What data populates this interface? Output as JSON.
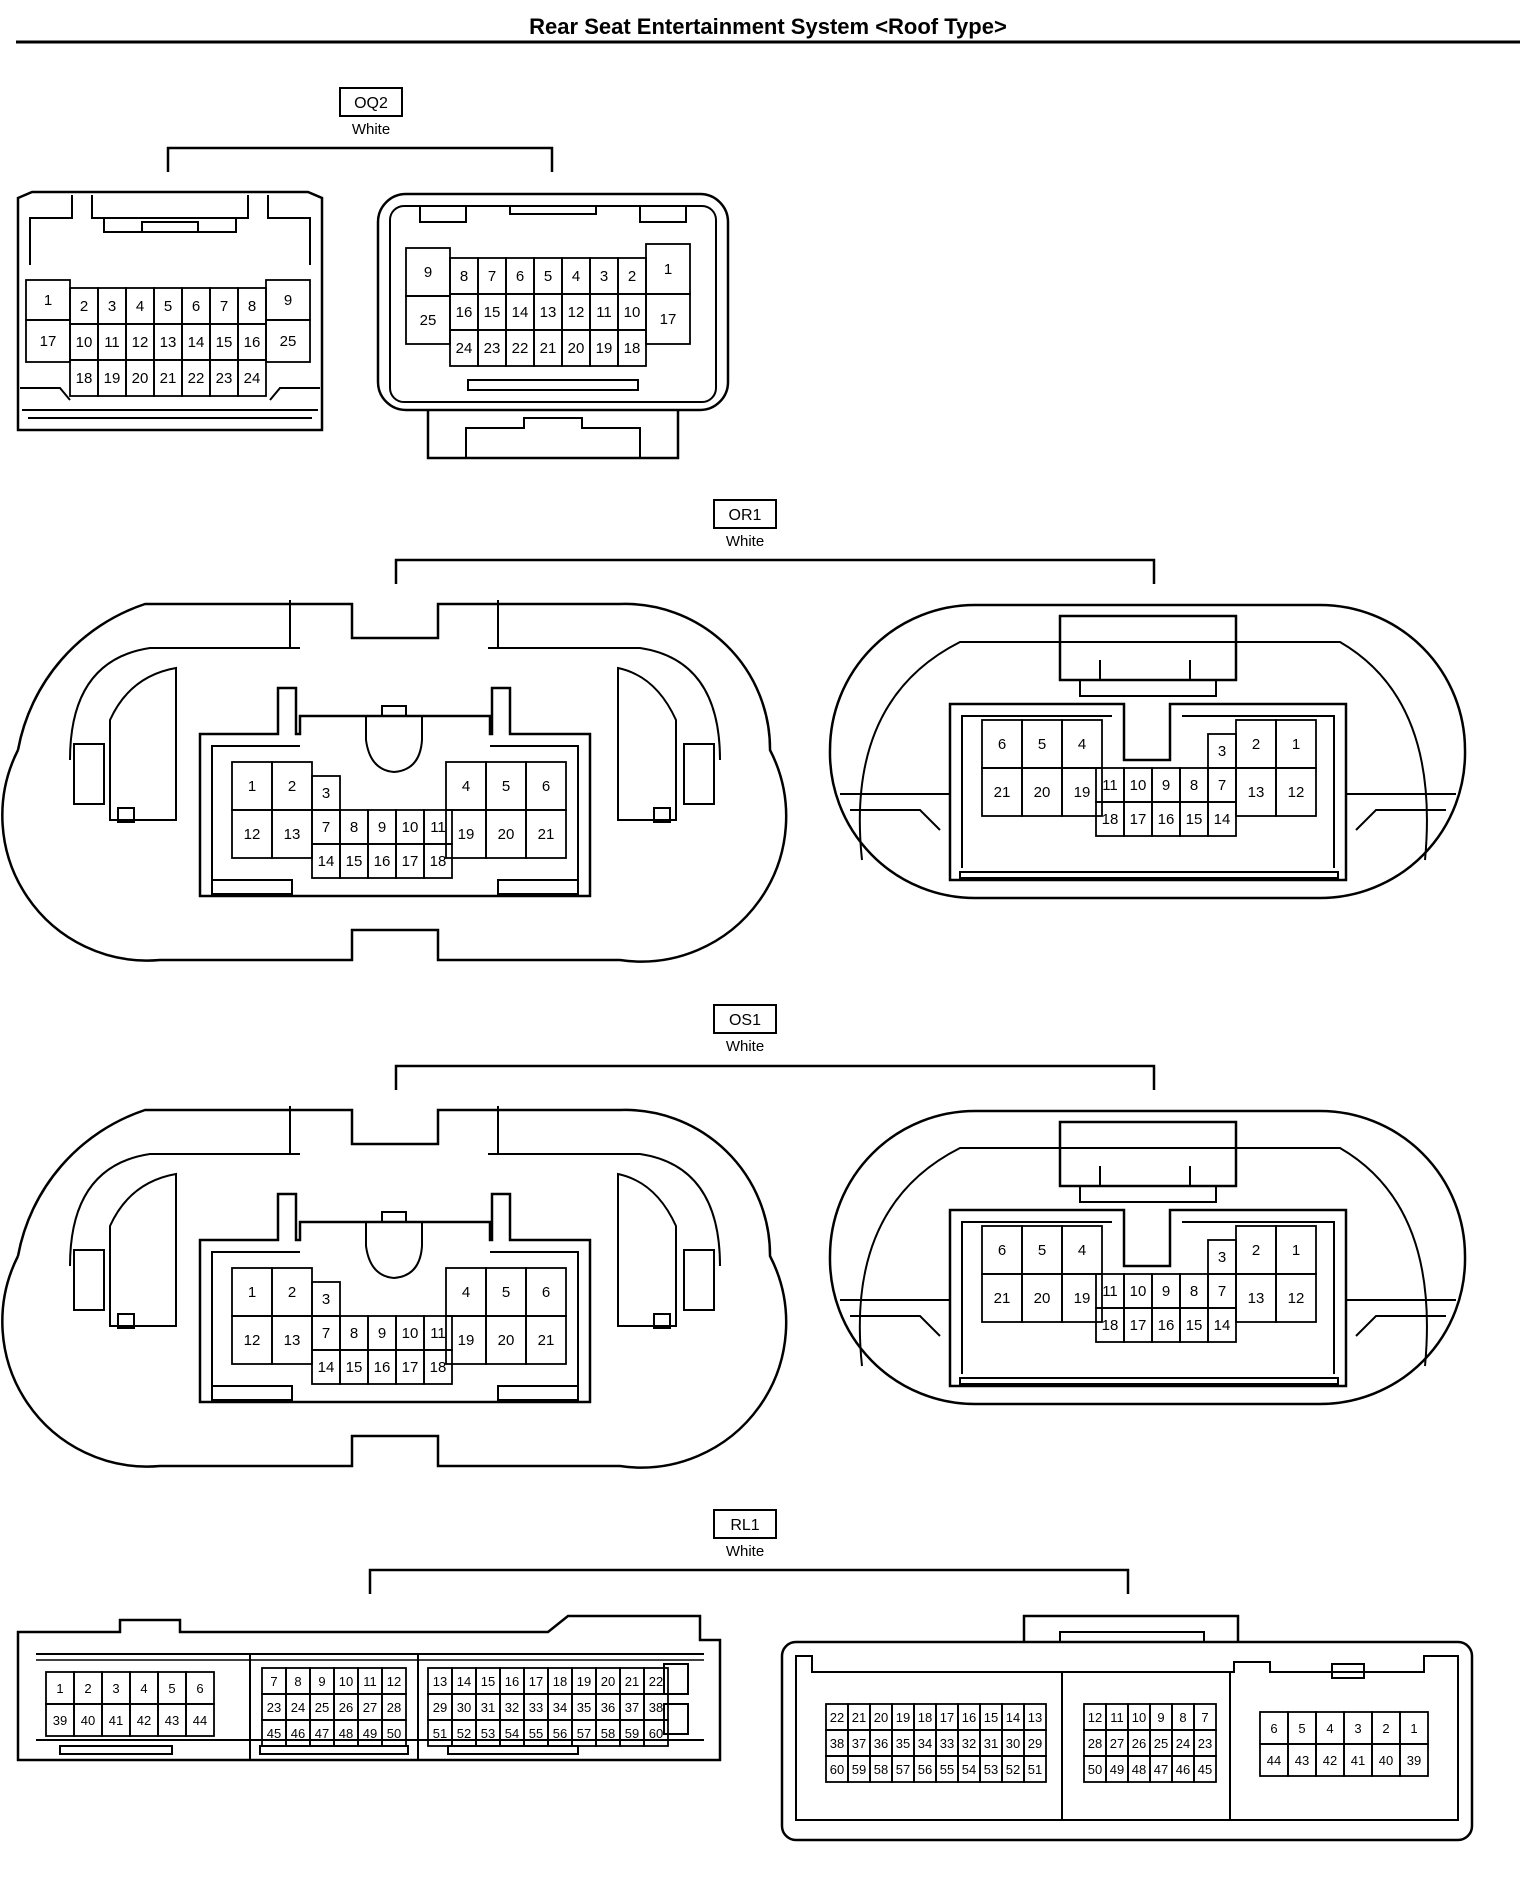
{
  "page": {
    "title": "Rear Seat Entertainment System <Roof Type>"
  },
  "colors": {
    "ink": "#000000",
    "paper": "#ffffff"
  },
  "connectors": [
    {
      "code": "OQ2",
      "color": "White",
      "left": {
        "edge_left": [
          "1",
          "17"
        ],
        "edge_right": [
          "9",
          "25"
        ],
        "rows": [
          [
            "2",
            "3",
            "4",
            "5",
            "6",
            "7",
            "8"
          ],
          [
            "10",
            "11",
            "12",
            "13",
            "14",
            "15",
            "16"
          ],
          [
            "18",
            "19",
            "20",
            "21",
            "22",
            "23",
            "24"
          ]
        ]
      },
      "right": {
        "edge_left": [
          "9",
          "25"
        ],
        "edge_right": [
          "1",
          "17"
        ],
        "rows": [
          [
            "8",
            "7",
            "6",
            "5",
            "4",
            "3",
            "2"
          ],
          [
            "16",
            "15",
            "14",
            "13",
            "12",
            "11",
            "10"
          ],
          [
            "24",
            "23",
            "22",
            "21",
            "20",
            "19",
            "18"
          ]
        ]
      }
    },
    {
      "code": "OR1",
      "color": "White",
      "left": {
        "top": [
          "1",
          "2",
          "3",
          "4",
          "5",
          "6"
        ],
        "mid": [
          "12",
          "13",
          "7",
          "8",
          "9",
          "10",
          "11",
          "19",
          "20",
          "21"
        ],
        "bottom": [
          "14",
          "15",
          "16",
          "17",
          "18"
        ]
      },
      "right": {
        "top": [
          "6",
          "5",
          "4",
          "3",
          "2",
          "1"
        ],
        "mid": [
          "21",
          "20",
          "19",
          "11",
          "10",
          "9",
          "8",
          "7",
          "13",
          "12"
        ],
        "bottom": [
          "18",
          "17",
          "16",
          "15",
          "14"
        ]
      }
    },
    {
      "code": "OS1",
      "color": "White",
      "left": {
        "top": [
          "1",
          "2",
          "3",
          "4",
          "5",
          "6"
        ],
        "mid": [
          "12",
          "13",
          "7",
          "8",
          "9",
          "10",
          "11",
          "19",
          "20",
          "21"
        ],
        "bottom": [
          "14",
          "15",
          "16",
          "17",
          "18"
        ]
      },
      "right": {
        "top": [
          "6",
          "5",
          "4",
          "3",
          "2",
          "1"
        ],
        "mid": [
          "21",
          "20",
          "19",
          "11",
          "10",
          "9",
          "8",
          "7",
          "13",
          "12"
        ],
        "bottom": [
          "18",
          "17",
          "16",
          "15",
          "14"
        ]
      }
    },
    {
      "code": "RL1",
      "color": "White",
      "left": {
        "g1": [
          [
            "1",
            "2",
            "3",
            "4",
            "5",
            "6"
          ],
          [
            "39",
            "40",
            "41",
            "42",
            "43",
            "44"
          ]
        ],
        "g2": [
          [
            "7",
            "8",
            "9",
            "10",
            "11",
            "12"
          ],
          [
            "23",
            "24",
            "25",
            "26",
            "27",
            "28"
          ],
          [
            "45",
            "46",
            "47",
            "48",
            "49",
            "50"
          ]
        ],
        "g3": [
          [
            "13",
            "14",
            "15",
            "16",
            "17",
            "18",
            "19",
            "20",
            "21",
            "22"
          ],
          [
            "29",
            "30",
            "31",
            "32",
            "33",
            "34",
            "35",
            "36",
            "37",
            "38"
          ],
          [
            "51",
            "52",
            "53",
            "54",
            "55",
            "56",
            "57",
            "58",
            "59",
            "60"
          ]
        ]
      },
      "right": {
        "g1": [
          [
            "22",
            "21",
            "20",
            "19",
            "18",
            "17",
            "16",
            "15",
            "14",
            "13"
          ],
          [
            "38",
            "37",
            "36",
            "35",
            "34",
            "33",
            "32",
            "31",
            "30",
            "29"
          ],
          [
            "60",
            "59",
            "58",
            "57",
            "56",
            "55",
            "54",
            "53",
            "52",
            "51"
          ]
        ],
        "g2": [
          [
            "12",
            "11",
            "10",
            "9",
            "8",
            "7"
          ],
          [
            "28",
            "27",
            "26",
            "25",
            "24",
            "23"
          ],
          [
            "50",
            "49",
            "48",
            "47",
            "46",
            "45"
          ]
        ],
        "g3": [
          [
            "6",
            "5",
            "4",
            "3",
            "2",
            "1"
          ],
          [
            "44",
            "43",
            "42",
            "41",
            "40",
            "39"
          ]
        ]
      }
    }
  ]
}
